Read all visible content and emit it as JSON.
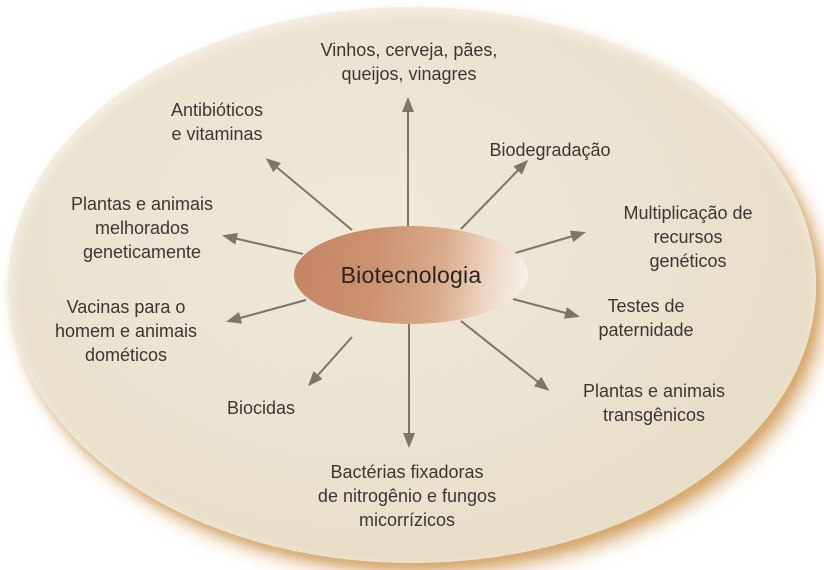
{
  "diagram": {
    "center": {
      "label": "Biotecnologia"
    },
    "spokes": [
      {
        "id": "vinhos",
        "label": "Vinhos, cerveja, pães,\nqueijos, vinagres"
      },
      {
        "id": "antibioticos",
        "label": "Antibióticos\ne vitaminas"
      },
      {
        "id": "melhorados",
        "label": "Plantas e animais\nmelhorados\ngeneticamente"
      },
      {
        "id": "vacinas",
        "label": "Vacinas para o\nhomem e animais\ndométicos"
      },
      {
        "id": "biocidas",
        "label": "Biocidas"
      },
      {
        "id": "bacterias",
        "label": "Bactérias fixadoras\nde nitrogênio e fungos\nmicorrízicos"
      },
      {
        "id": "biodegradacao",
        "label": "Biodegradação"
      },
      {
        "id": "multiplicacao",
        "label": "Multiplicação de\nrecursos genéticos"
      },
      {
        "id": "testes",
        "label": "Testes de\npaternidade"
      },
      {
        "id": "transgenicos",
        "label": "Plantas e animais\ntransgênicos"
      }
    ]
  },
  "colors": {
    "arrow-color": "#7e7467",
    "label-color": "#3a3734",
    "title-color": "#2b2422",
    "center-dark": "#c58464",
    "center-light": "#f7f0e7",
    "big-ellipse-fill": "#ebe2cf",
    "shadow-tan": "#c98d3c"
  }
}
